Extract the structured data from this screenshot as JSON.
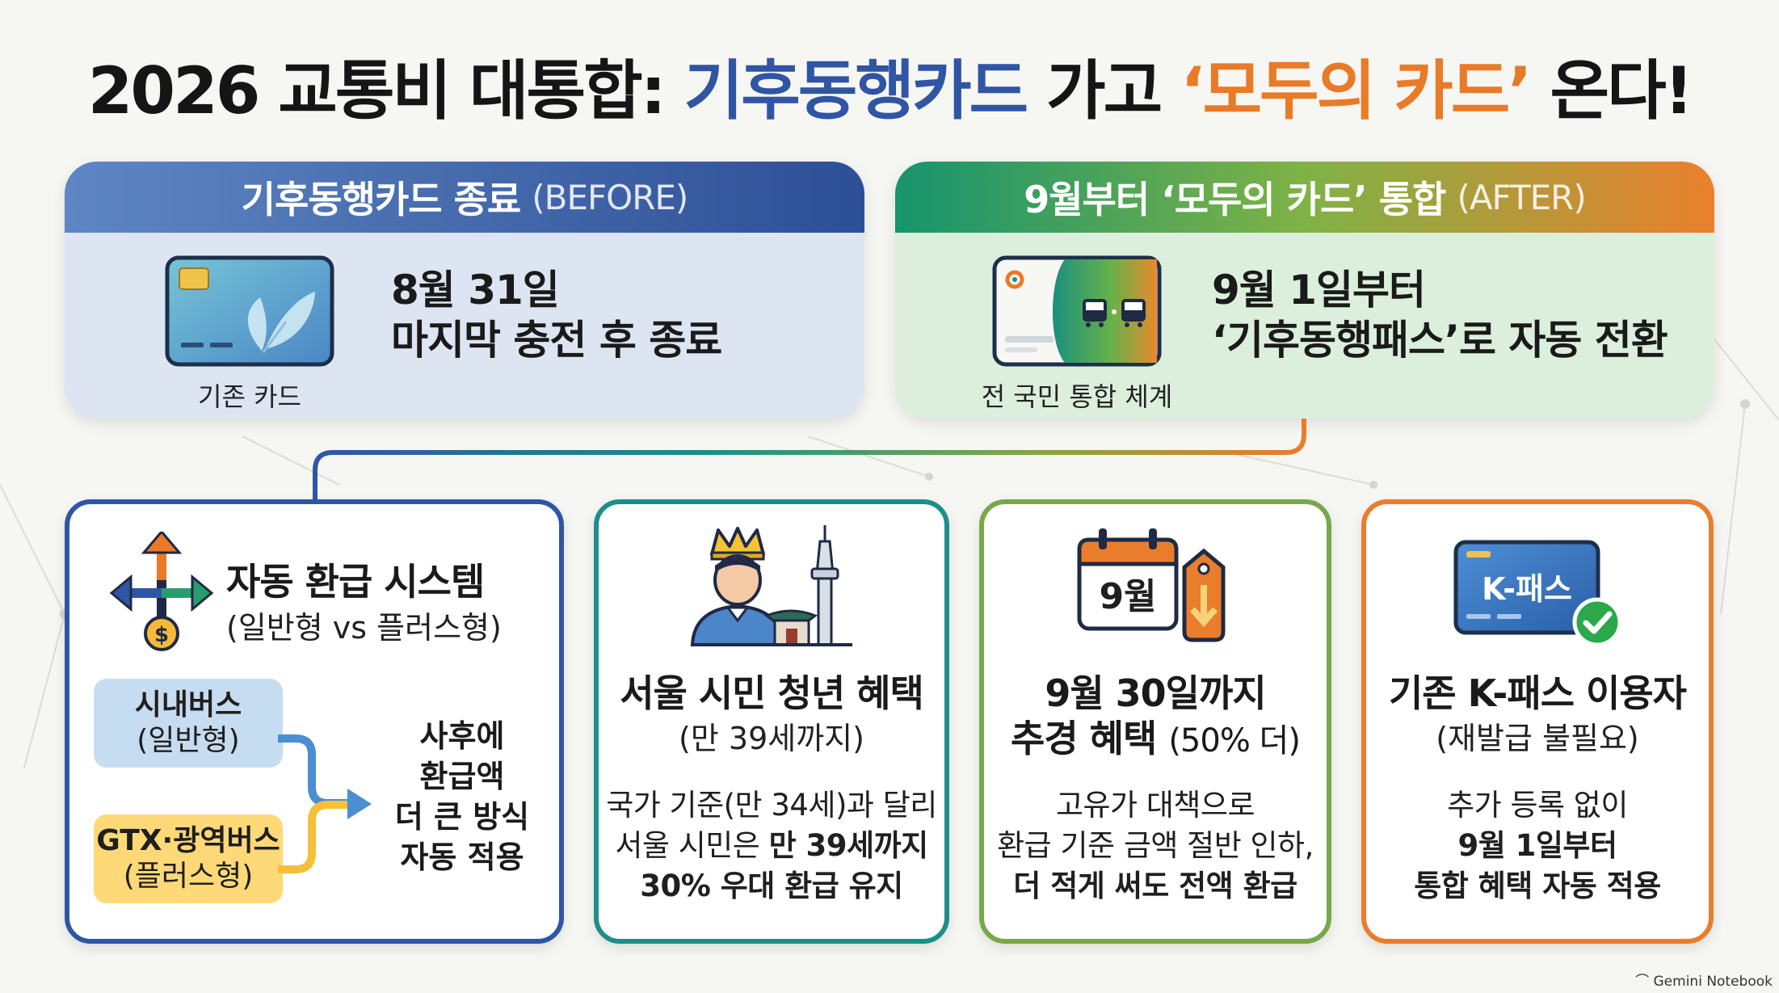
{
  "title": {
    "part1": "2026 교통비 대통합: ",
    "part2": "기후동행카드",
    "part3": " 가고 ",
    "part4": "‘모두의 카드’",
    "part5": " 온다!"
  },
  "before_panel": {
    "header": "기후동행카드 종료",
    "header_sub": "(BEFORE)",
    "card_caption": "기존 카드",
    "line1": "8월 31일",
    "line2": "마지막 충전 후 종료"
  },
  "after_panel": {
    "header": "9월부터 ‘모두의 카드’ 통합",
    "header_sub": "(AFTER)",
    "card_caption": "전 국민 통합 체계",
    "line1": "9월 1일부터",
    "line2": "‘기후동행패스’로 자동 전환"
  },
  "card_refund": {
    "title": "자동 환급 시스템",
    "subtitle": "(일반형 vs 플러스형)",
    "pill1_title": "시내버스",
    "pill1_sub": "(일반형)",
    "pill2_title": "GTX·광역버스",
    "pill2_sub": "(플러스형)",
    "result_line1": "사후에",
    "result_line2": "환급액",
    "result_line3": "더 큰 방식",
    "result_line4": "자동 적용"
  },
  "card_youth": {
    "title": "서울 시민 청년 혜택",
    "subtitle": "(만 39세까지)",
    "body1": "국가 기준(만 34세)과 달리",
    "body2_a": "서울 시민은 ",
    "body2_b": "만 39세까지",
    "body3": "30% 우대 환급 유지"
  },
  "card_sept": {
    "calendar_label": "9월",
    "title_line1": "9월 30일까지",
    "title_line2_a": "추경 혜택 ",
    "title_line2_b": "(50% 더)",
    "body1": "고유가 대책으로",
    "body2": "환급 기준 금액 절반 인하,",
    "body3": "더 적게 써도 전액 환급"
  },
  "card_kpass": {
    "card_label": "K-패스",
    "title": "기존 K-패스 이용자",
    "subtitle": "(재발급 불필요)",
    "body1": "추가 등록 없이",
    "body2": "9월 1일부터",
    "body3": "통합 혜택 자동 적용"
  },
  "footer": "Gemini Notebook",
  "colors": {
    "blue": "#2f55a4",
    "orange": "#e97a28",
    "teal": "#1d8f8a",
    "green": "#78a84a"
  },
  "icons": {
    "leaf_card": "leaf-card-icon",
    "transit_card": "transit-card-icon",
    "split_arrows": "split-arrows-icon",
    "person_crown": "person-crown-icon",
    "calendar": "calendar-icon",
    "price_down": "price-down-tag-icon",
    "kpass_card": "kpass-card-icon",
    "check": "check-icon"
  }
}
